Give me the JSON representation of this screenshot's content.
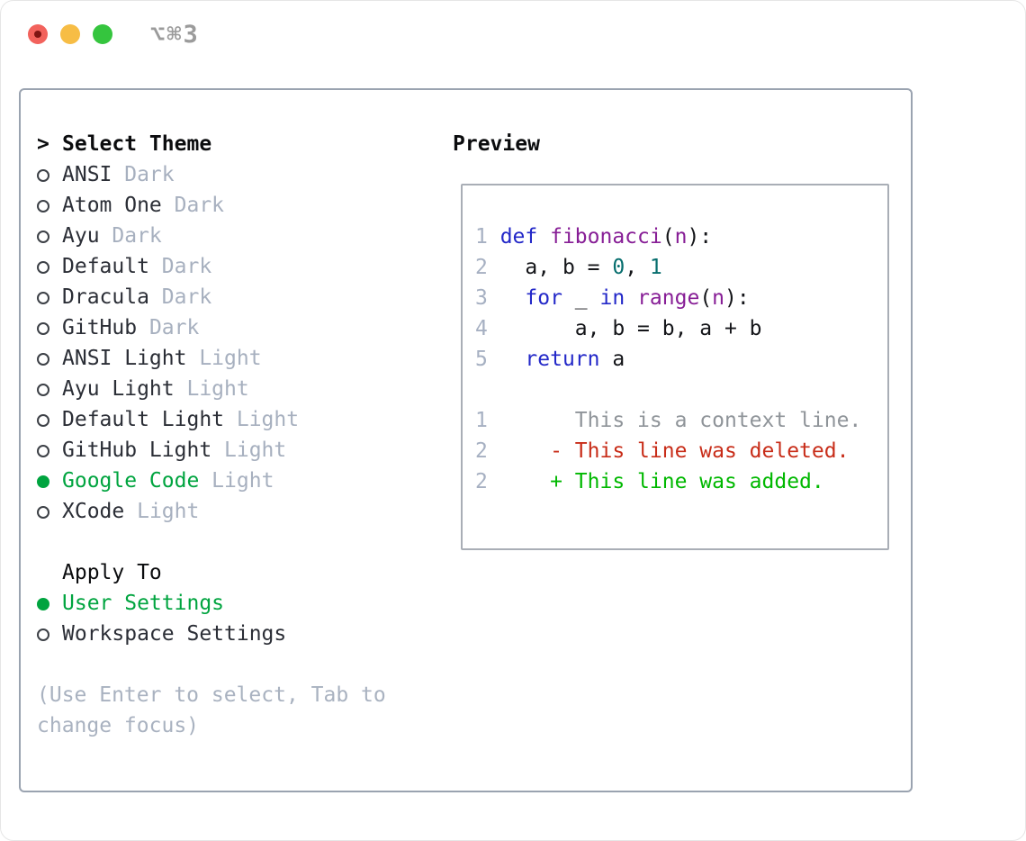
{
  "window": {
    "title": "⌥⌘3",
    "traffic_lights": [
      {
        "name": "close-button",
        "color": "#f2625c"
      },
      {
        "name": "minimize-button",
        "color": "#f7bd45"
      },
      {
        "name": "zoom-button",
        "color": "#35c53e"
      }
    ]
  },
  "colors": {
    "ln": "#a6b0c2",
    "kw": "#2328c8",
    "fn": "#871e96",
    "lit": "#076e6e",
    "plain": "#141519",
    "ctx": "#8f9499",
    "del": "#c82d19",
    "add": "#00b800",
    "ui_green": "#00a43f",
    "muted": "#a7b0bf"
  },
  "sidebar": {
    "rows": [
      {
        "type": "header",
        "prefix": ">",
        "label": "Select Theme"
      },
      {
        "type": "option",
        "state": "off",
        "name": "ANSI",
        "variant": "Dark"
      },
      {
        "type": "option",
        "state": "off",
        "name": "Atom One",
        "variant": "Dark"
      },
      {
        "type": "option",
        "state": "off",
        "name": "Ayu",
        "variant": "Dark"
      },
      {
        "type": "option",
        "state": "off",
        "name": "Default",
        "variant": "Dark"
      },
      {
        "type": "option",
        "state": "off",
        "name": "Dracula",
        "variant": "Dark"
      },
      {
        "type": "option",
        "state": "off",
        "name": "GitHub",
        "variant": "Dark"
      },
      {
        "type": "option",
        "state": "off",
        "name": "ANSI Light",
        "variant": "Light"
      },
      {
        "type": "option",
        "state": "off",
        "name": "Ayu Light",
        "variant": "Light"
      },
      {
        "type": "option",
        "state": "off",
        "name": "Default Light",
        "variant": "Light"
      },
      {
        "type": "option",
        "state": "off",
        "name": "GitHub Light",
        "variant": "Light"
      },
      {
        "type": "option",
        "state": "on",
        "name": "Google Code",
        "variant": "Light"
      },
      {
        "type": "option",
        "state": "off",
        "name": "XCode",
        "variant": "Light"
      },
      {
        "type": "blank"
      },
      {
        "type": "subheader",
        "label": "Apply To"
      },
      {
        "type": "option",
        "state": "on",
        "name": "User Settings",
        "variant": ""
      },
      {
        "type": "option",
        "state": "off",
        "name": "Workspace Settings",
        "variant": ""
      },
      {
        "type": "blank"
      },
      {
        "type": "help",
        "label": "(Use Enter to select, Tab to"
      },
      {
        "type": "help",
        "label": "change focus)"
      }
    ]
  },
  "preview": {
    "label": "Preview",
    "lines": [
      [
        [
          "ln",
          "1 "
        ],
        [
          "kw",
          "def "
        ],
        [
          "fn",
          "fibonacci"
        ],
        [
          "plain",
          "("
        ],
        [
          "fn",
          "n"
        ],
        [
          "plain",
          "):"
        ]
      ],
      [
        [
          "ln",
          "2"
        ],
        [
          "plain",
          "   a, b = "
        ],
        [
          "lit",
          "0"
        ],
        [
          "plain",
          ", "
        ],
        [
          "lit",
          "1"
        ]
      ],
      [
        [
          "ln",
          "3"
        ],
        [
          "plain",
          "   "
        ],
        [
          "kw",
          "for"
        ],
        [
          "plain",
          " _ "
        ],
        [
          "kw",
          "in"
        ],
        [
          "plain",
          " "
        ],
        [
          "fn",
          "range"
        ],
        [
          "plain",
          "("
        ],
        [
          "fn",
          "n"
        ],
        [
          "plain",
          "):"
        ]
      ],
      [
        [
          "ln",
          "4"
        ],
        [
          "plain",
          "       a, b = b, a + b"
        ]
      ],
      [
        [
          "ln",
          "5"
        ],
        [
          "plain",
          "   "
        ],
        [
          "kw",
          "return"
        ],
        [
          "plain",
          " a"
        ]
      ],
      [],
      [
        [
          "ln",
          "1"
        ],
        [
          "ctx",
          "       This is a context line."
        ]
      ],
      [
        [
          "ln",
          "2"
        ],
        [
          "del",
          "     - This line was deleted."
        ]
      ],
      [
        [
          "ln",
          "2"
        ],
        [
          "add",
          "     + This line was added."
        ]
      ]
    ]
  }
}
